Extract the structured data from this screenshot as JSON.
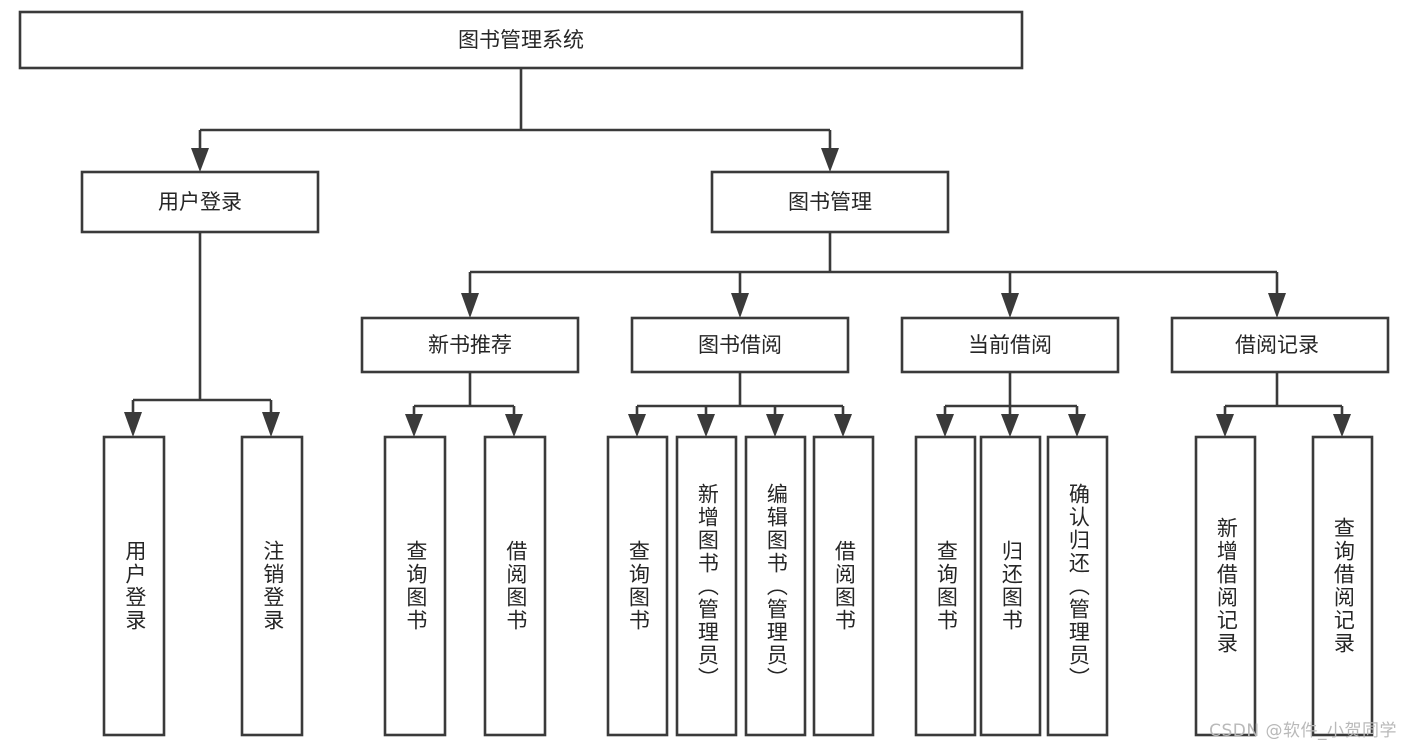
{
  "diagram": {
    "type": "tree",
    "title": "图书管理系统",
    "watermark": "CSDN @软件_小贺同学",
    "colors": {
      "stroke": "#3a3a3a",
      "fill": "#ffffff",
      "text": "#262626",
      "watermark": "#b9b9b9",
      "background": "#ffffff"
    },
    "root": {
      "label": "图书管理系统"
    },
    "level2": [
      {
        "label": "用户登录"
      },
      {
        "label": "图书管理"
      }
    ],
    "level3": [
      {
        "label": "新书推荐"
      },
      {
        "label": "图书借阅"
      },
      {
        "label": "当前借阅"
      },
      {
        "label": "借阅记录"
      }
    ],
    "leaves": {
      "user_login": [
        {
          "label": "用户登录"
        },
        {
          "label": "注销登录"
        }
      ],
      "new_book_recommend": [
        {
          "label": "查询图书"
        },
        {
          "label": "借阅图书"
        }
      ],
      "book_borrow": [
        {
          "label": "查询图书"
        },
        {
          "label": "新增图书（管理员）"
        },
        {
          "label": "编辑图书（管理员）"
        },
        {
          "label": "借阅图书"
        }
      ],
      "current_borrow": [
        {
          "label": "查询图书"
        },
        {
          "label": "归还图书"
        },
        {
          "label": "确认归还（管理员）"
        }
      ],
      "borrow_record": [
        {
          "label": "新增借阅记录"
        },
        {
          "label": "查询借阅记录"
        }
      ]
    }
  }
}
